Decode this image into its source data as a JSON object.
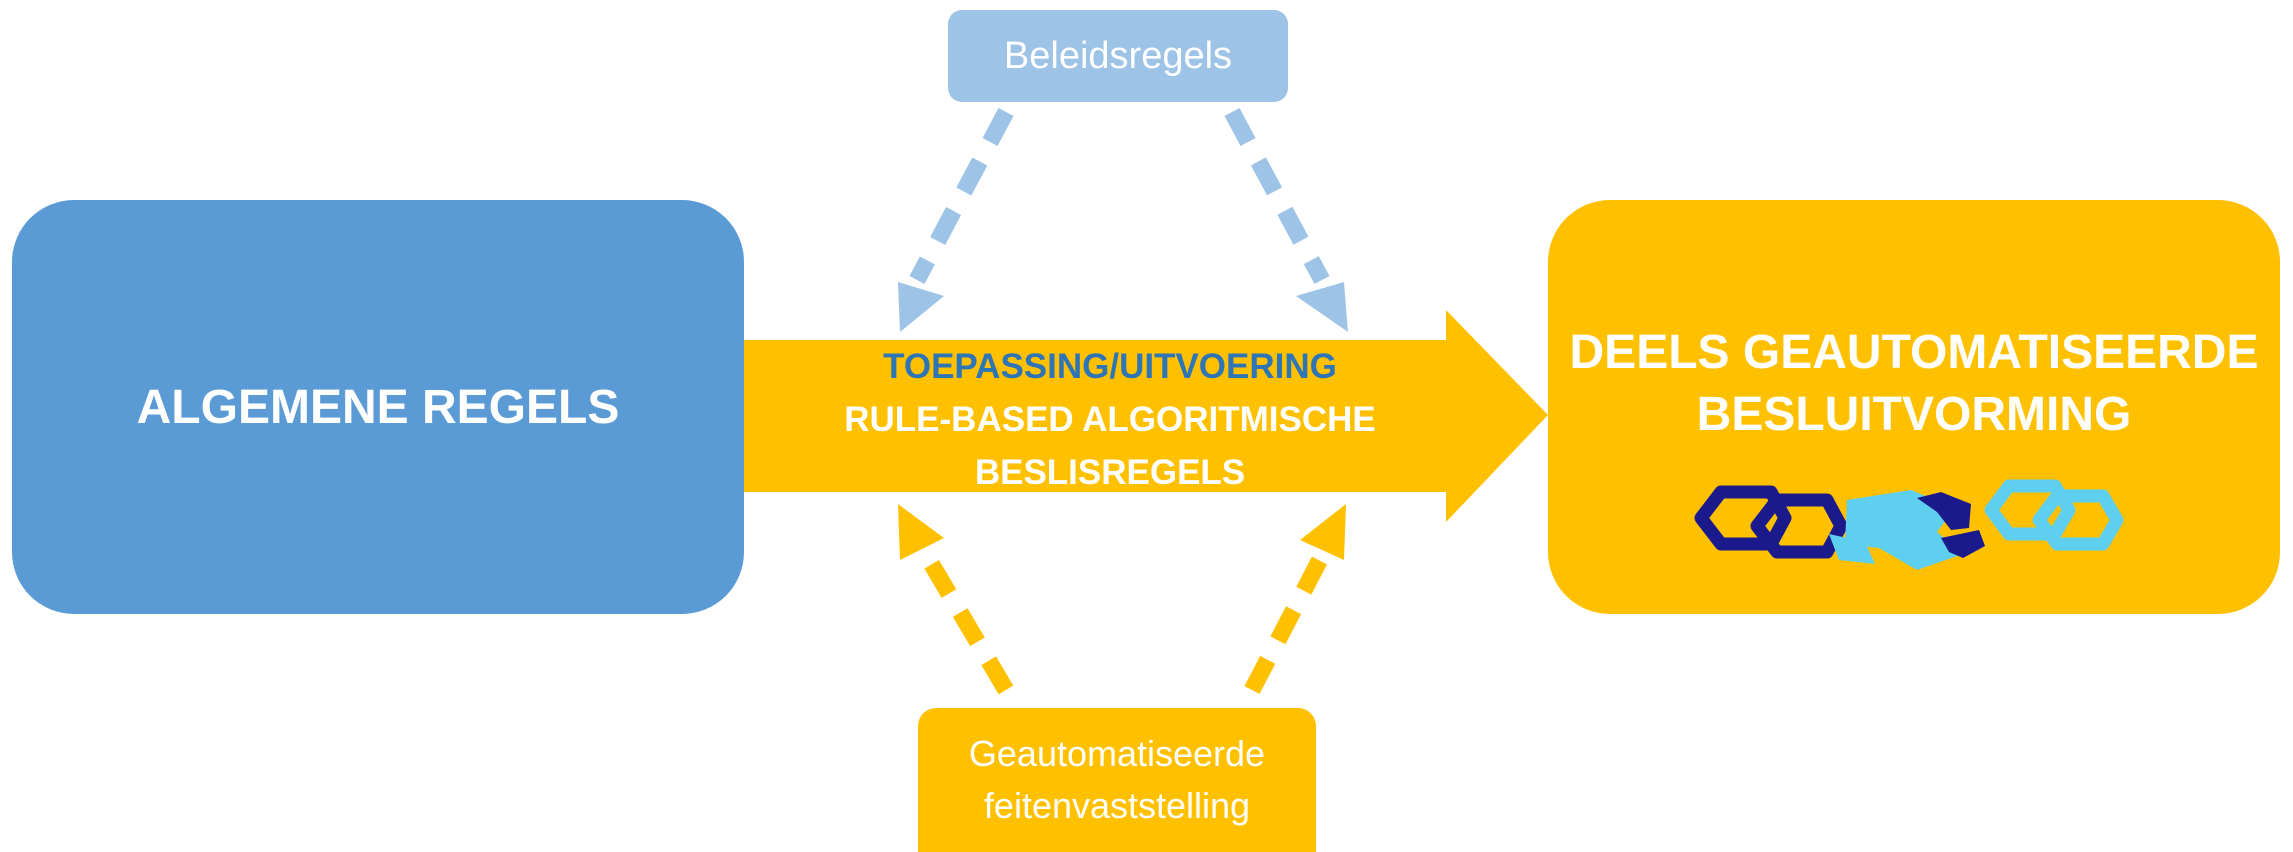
{
  "left_box": {
    "label": "ALGEMENE REGELS"
  },
  "right_box": {
    "line1": "DEELS GEAUTOMATISEERDE",
    "line2": "BESLUITVORMING",
    "icon": "broken-chain-icon"
  },
  "top_box": {
    "label": "Beleidsregels"
  },
  "bottom_box": {
    "line1": "Geautomatiseerde",
    "line2": "feitenvaststelling"
  },
  "main_arrow": {
    "line1": "TOEPASSING/UITVOERING",
    "line2": "RULE-BASED ALGORITMISCHE",
    "line3": "BESLISREGELS"
  },
  "colors": {
    "blue": "#5b9bd5",
    "light_blue": "#9dc3e6",
    "dark_text_blue": "#2e75b6",
    "yellow": "#ffc000",
    "chain_dark": "#1a1a8c",
    "chain_light": "#5fcff0"
  }
}
